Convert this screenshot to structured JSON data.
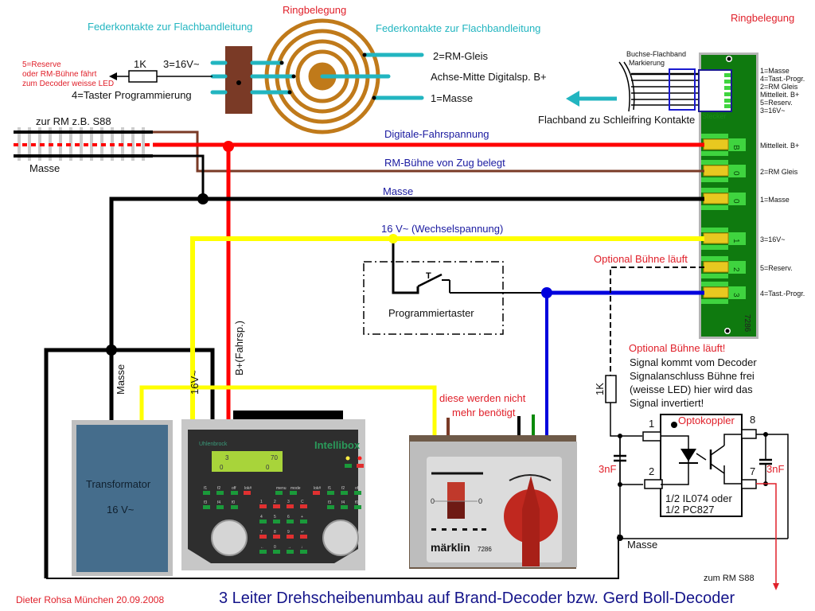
{
  "diagram": {
    "title": "3 Leiter Drehscheibenumbau auf Brand-Decoder bzw. Gerd Boll-Decoder",
    "author": "Dieter Rohsa München 20.09.2008",
    "colors": {
      "digital_b_plus": "#ff0000",
      "rm_buehne": "#7a3a26",
      "masse": "#000000",
      "ac_16v": "#ffff00",
      "program": "#0000dd",
      "ribbon_contacts": "#22b5c0",
      "slip_ring": "#c07a1a",
      "pcb_green": "#0f7a0f"
    },
    "slip_ring": {
      "heading": "Ringbelegung",
      "left_heading": "Federkontakte zur Flachbandleitung",
      "right_heading": "Federkontakte zur Flachbandleitung",
      "left_labels": {
        "resistor": "1K",
        "pin3": "3=16V~",
        "pin4": "4=Taster Programmierung",
        "note_line1": "5=Reserve",
        "note_line2": "oder RM-Bühne fährt",
        "note_line3": "zum Decoder weisse LED"
      },
      "right_labels": {
        "pin2": "2=RM-Gleis",
        "center": "Achse-Mitte Digitalsp. B+",
        "pin1": "1=Masse"
      }
    },
    "ribbon": {
      "heading": "Ringbelegung",
      "socket_label": "Buchse-Flachband",
      "marking_label": "Markierung",
      "arrow_label": "Flachband zu Schleifring Kontakte",
      "plug_label": "Stecker",
      "pin_legend": [
        "1=Masse",
        "4=Tast.-Progr.",
        "2=RM Gleis",
        "Mittelleit. B+",
        "5=Reserv.",
        "3=16V~"
      ]
    },
    "connector": {
      "board_number": "7286",
      "pins": [
        {
          "code": "B",
          "label": "Mittelleit. B+"
        },
        {
          "code": "0",
          "label": "2=RM Gleis"
        },
        {
          "code": "0",
          "label": "1=Masse"
        },
        {
          "code": "1",
          "label": "3=16V~"
        },
        {
          "code": "2",
          "label": "5=Reserv."
        },
        {
          "code": "3",
          "label": "4=Tast.-Progr."
        }
      ]
    },
    "track": {
      "top_label": "zur RM z.B. S88",
      "bottom_label": "Masse"
    },
    "wires": {
      "digital": "Digitale-Fahrspannung",
      "rm": "RM-Bühne von Zug belegt",
      "masse": "Masse",
      "ac": "16 V~ (Wechselspannung)",
      "optional": "Optional Bühne läuft",
      "vert_masse": "Masse",
      "vert_16v": "16V~",
      "vert_bplus": "B+(Fahrsp.)"
    },
    "program_button": {
      "label": "Programmiertaster",
      "switch_symbol": "T"
    },
    "unused_note": {
      "line1": "diese werden nicht",
      "line2": "mehr benötigt"
    },
    "transformer": {
      "label": "Transformator",
      "voltage": "16 V~"
    },
    "intellibox": {
      "brand": "Uhlenbrock",
      "model": "Intellibox",
      "display_left_top": "3",
      "display_left_bottom": "0",
      "display_right_top": "70",
      "display_right_bottom": "0",
      "func_keys_left": [
        "f1",
        "f2",
        "off",
        "lok#",
        "f3",
        "f4",
        "f0"
      ],
      "menu_keys": [
        "menu",
        "mode"
      ],
      "func_keys_right": [
        "lok#",
        "f1",
        "f2",
        "off",
        "f3",
        "f4",
        "f0"
      ],
      "keypad": [
        "1",
        "2",
        "3",
        "C",
        "4",
        "5",
        "6",
        "+",
        "7",
        "8",
        "9",
        "↵",
        "←",
        "0",
        "→",
        "↓"
      ]
    },
    "maerklin": {
      "brand": "märklin",
      "model": "7286",
      "switch_left": "0",
      "switch_right": "0"
    },
    "optocoupler": {
      "title_note": "Optional Bühne läuft!",
      "desc_line1": "Signal kommt vom Decoder",
      "desc_line2": "Signalanschluss Bühne frei",
      "desc_line3": "(weisse LED) hier wird das",
      "desc_line4": "Signal invertiert!",
      "resistor": "1K",
      "name": "Optokoppler",
      "part1": "1/2 IL074 oder",
      "part2": "1/2 PC827",
      "pin1": "1",
      "pin2": "2",
      "pin7": "7",
      "pin8": "8",
      "cap_left": "3nF",
      "cap_right": "3nF",
      "ground": "Masse",
      "output": "zum RM S88"
    }
  }
}
